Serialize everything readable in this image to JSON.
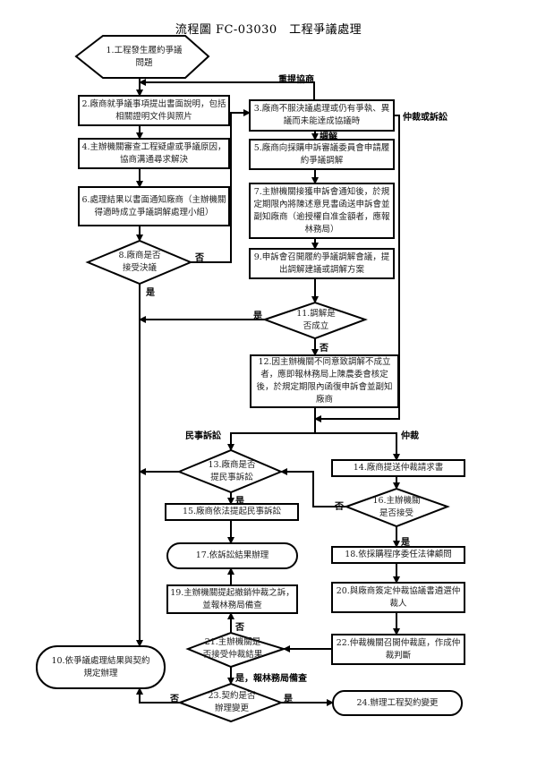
{
  "title": "流程圖 FC-03030　工程爭議處理",
  "nodes": {
    "n1": "1.工程發生履約爭議問題",
    "n2": "2.廠商就爭議事項提出書面說明，包括相關證明文件與照片",
    "n3": "3.廠商不服決議處理或仍有爭執、異議而未能達成協議時",
    "n4": "4.主辦機關審查工程疑慮或爭議原因，協商溝通尋求解決",
    "n5": "5.廠商向採購申訴審議委員會申請履約爭議調解",
    "n6": "6.處理結果以書面通知廠商（主辦機關得適時成立爭議調解處理小組）",
    "n7": "7.主辦機關接獲申訴會通知後，於規定期限內將陳述意見書函送申訴會並副知廠商（逾授權自准金額者，應報林務局）",
    "n8": "8.廠商是否接受決議",
    "n9": "9.申訴會召開履約爭議調解會議，提出調解建議或調解方案",
    "n10": "10.依爭議處理結果與契約規定辦理",
    "n11": "11.調解是否成立",
    "n12": "12.因主辦機關不同意致調解不成立者，應即報林務局上陳農委會核定後，於規定期限內函復申訴會並副知廠商",
    "n13": "13.廠商是否提民事訴訟",
    "n14": "14.廠商提送仲裁請求書",
    "n15": "15.廠商依法提起民事訴訟",
    "n16": "16.主辦機關是否接受",
    "n17": "17.依訴訟結果辦理",
    "n18": "18.依採購程序委任法律顧問",
    "n19": "19.主辦機關提起撤銷仲裁之訴，並報林務局備查",
    "n20": "20.與廠商簽定仲裁協議書遴選仲裁人",
    "n21": "21.主辦機關是否接受仲裁結果",
    "n22": "22.仲裁機關召開仲裁庭，作成仲裁判斷",
    "n23": "23.契約是否辦理變更",
    "n24": "24.辦理工程契約變更"
  },
  "labels": {
    "renegotiate": "重提協商",
    "mediation": "調解",
    "arbitration_or_litigation": "仲裁或訴訟",
    "n8_no": "否",
    "n8_yes": "是",
    "n11_yes": "是",
    "n11_no": "否",
    "civil_litigation": "民事訴訟",
    "arbitration": "仲裁",
    "n13_yes": "是",
    "n16_no": "否",
    "n16_yes": "是",
    "n21_no": "否",
    "n21_yes": "是，報林務局備查",
    "n23_no": "否",
    "n23_yes": "是"
  }
}
